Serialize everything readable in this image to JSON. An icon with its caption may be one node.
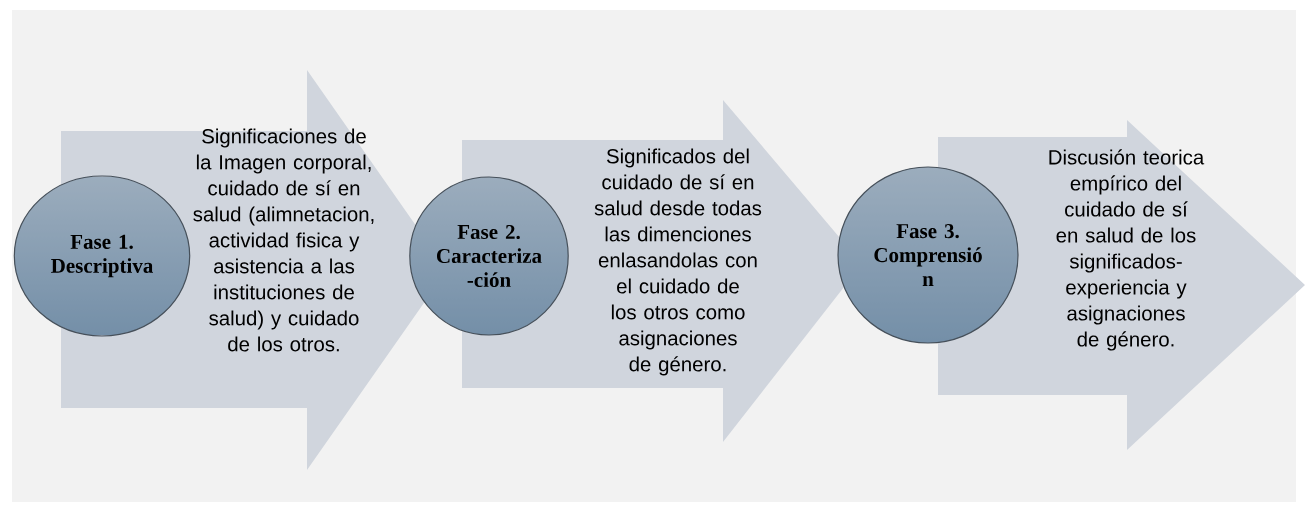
{
  "diagram": {
    "nodes": [
      {
        "text": [
          "Fase 1. Descriptiva"
        ]
      },
      {
        "text": [
          "Significaciones de la Imagen corporal, cuidado de sí en salud (alimnetacion, actividad fisica y asistencia a las instituciones de salud) y cuidado de los otros."
        ]
      },
      {
        "text": [
          "Fase 2. Caracteriza -ción"
        ]
      },
      {
        "text": [
          "Significados del cuidado de sí en salud desde todas las dimenciones enlasandolas con el cuidado de los otros como asignaciones de género."
        ]
      },
      {
        "text": [
          "Fase 3. Comprensió n"
        ]
      },
      {
        "text": [
          "Discusión teorica empírico del cuidado de sí en salud de los significados-experiencia y asignaciones de género."
        ]
      }
    ]
  }
}
